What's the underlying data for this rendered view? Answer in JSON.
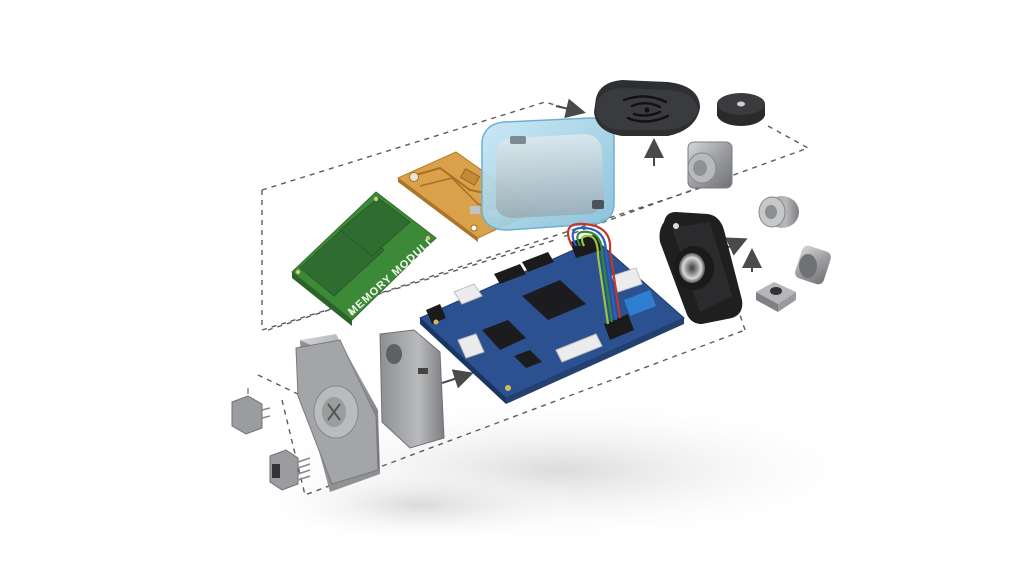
{
  "diagram": {
    "type": "exploded-view",
    "subject": "embedded electronics assembly",
    "background": "#ffffff",
    "colors": {
      "pcb_blue": "#2b4f8f",
      "pcb_green": "#3f8f3a",
      "pcb_flex": "#d9a34e",
      "enclosure_blue": "#a9d6ea",
      "dark_plastic": "#2c2c2e",
      "metal": "#a7a9ac",
      "guide_line": "#555555"
    },
    "components": [
      {
        "id": "memory-module",
        "label": "MEMORY MODULL",
        "kind": "green PCB with two chips"
      },
      {
        "id": "flex-pcb",
        "kind": "gold/orange PCB"
      },
      {
        "id": "battery-enclosure",
        "kind": "translucent blue case with cylindrical cell"
      },
      {
        "id": "speaker-cover",
        "kind": "dark grille cover"
      },
      {
        "id": "buzzer",
        "kind": "round black disc"
      },
      {
        "id": "metal-connector-top",
        "kind": "square metal jack"
      },
      {
        "id": "main-board",
        "kind": "blue main PCB with ribbon wires"
      },
      {
        "id": "camera-mount",
        "kind": "black square housing with lens"
      },
      {
        "id": "round-connector",
        "kind": "metal round connector"
      },
      {
        "id": "tactile-switch",
        "kind": "small push button"
      },
      {
        "id": "metal-plug",
        "kind": "metal cylindrical plug"
      },
      {
        "id": "front-plate",
        "kind": "silver metal plate with dial"
      },
      {
        "id": "back-plate",
        "kind": "silver metal housing"
      },
      {
        "id": "small-switch-1",
        "kind": "small metal component with pins"
      },
      {
        "id": "small-switch-2",
        "kind": "small metal component with pins"
      }
    ],
    "arrows": [
      {
        "id": "arrow-to-speaker",
        "direction": "right"
      },
      {
        "id": "arrow-up-speaker",
        "direction": "up"
      },
      {
        "id": "arrow-to-connector",
        "direction": "right"
      },
      {
        "id": "arrow-up-switch",
        "direction": "up"
      },
      {
        "id": "arrow-to-board",
        "direction": "right"
      }
    ]
  },
  "memory_module": {
    "label": "MEMORY MODULL"
  }
}
